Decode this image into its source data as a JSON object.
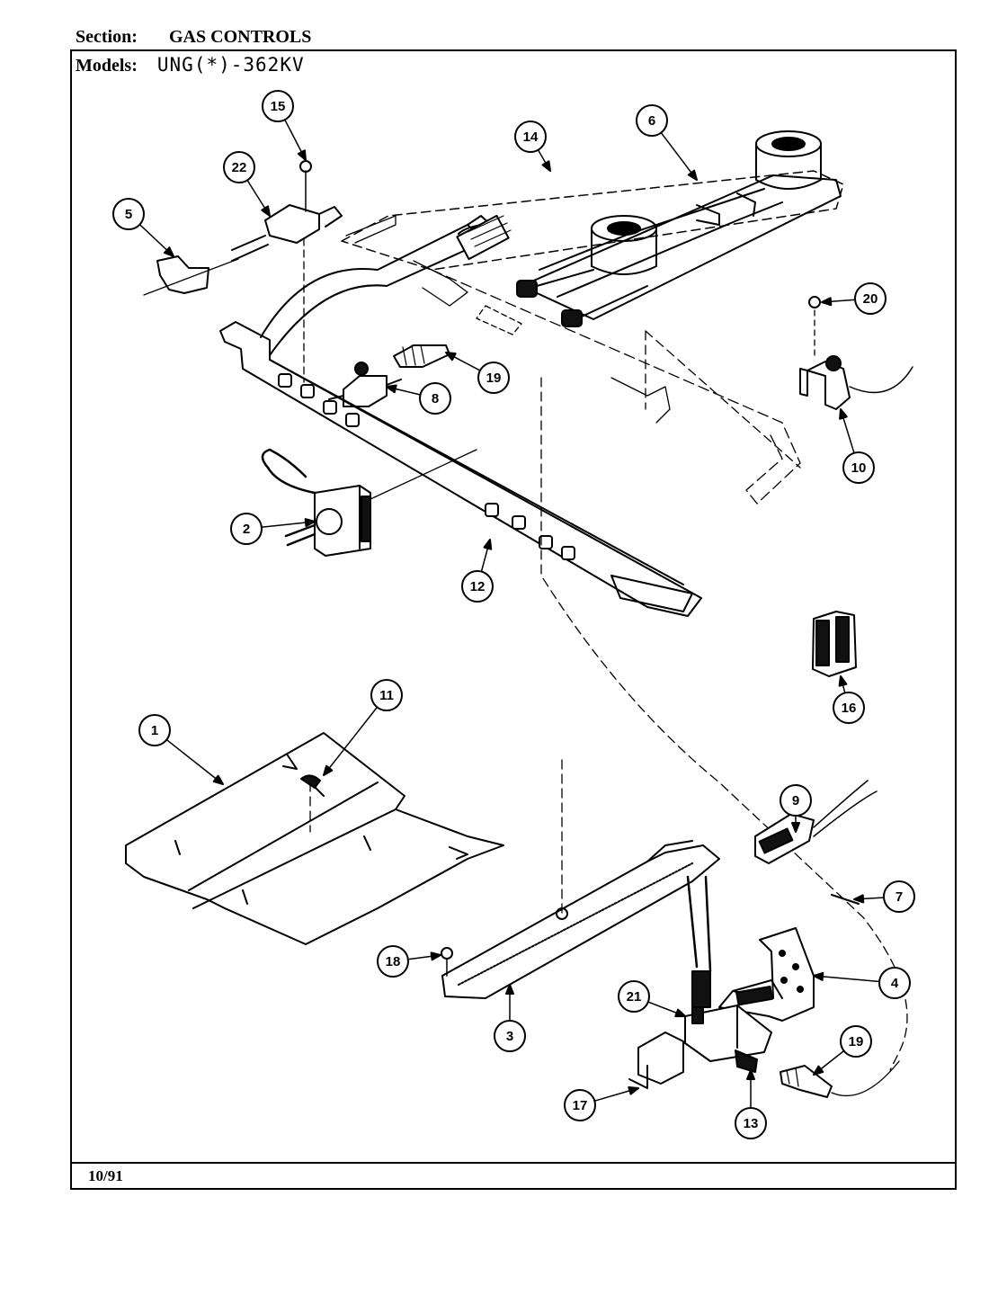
{
  "header": {
    "section_label": "Section:",
    "section_value": "GAS CONTROLS",
    "models_label": "Models:",
    "models_value": "UNG(*)-362KV"
  },
  "footer": {
    "date": "10/91"
  },
  "callouts": [
    "1",
    "2",
    "3",
    "4",
    "5",
    "6",
    "7",
    "8",
    "9",
    "10",
    "11",
    "12",
    "13",
    "14",
    "15",
    "16",
    "17",
    "18",
    "19",
    "19",
    "20",
    "21",
    "22"
  ]
}
